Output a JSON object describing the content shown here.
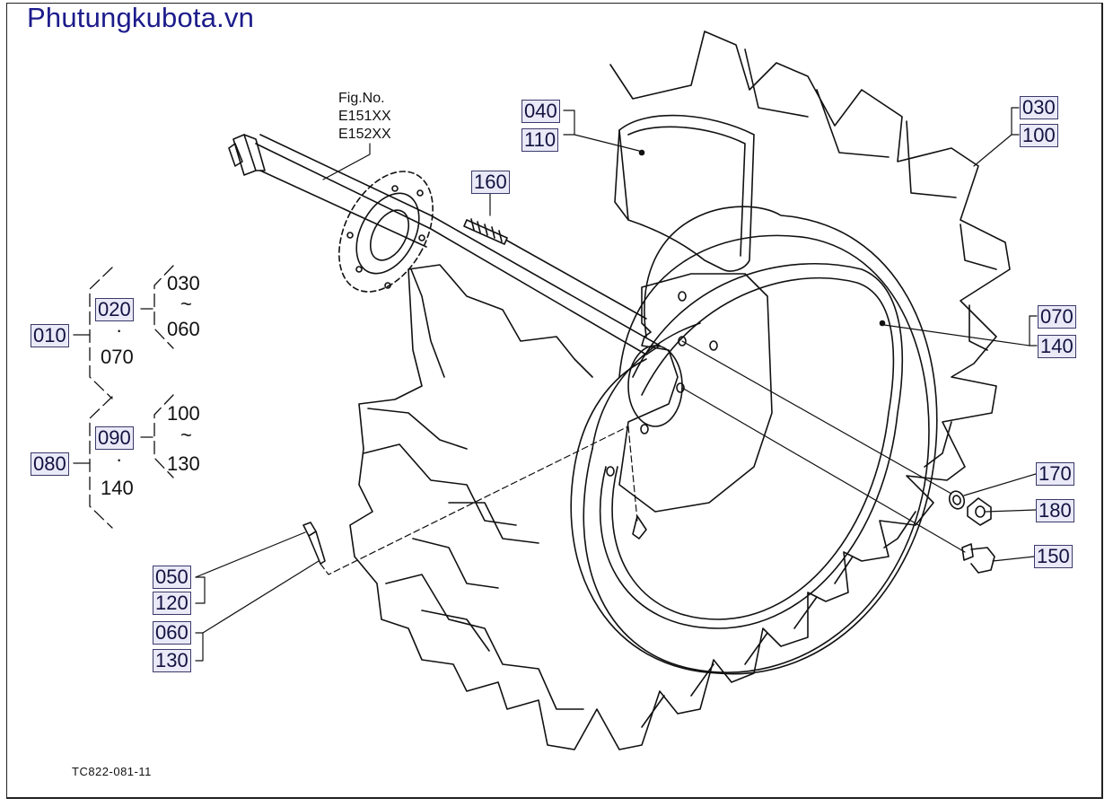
{
  "watermark": "Phutungkubota.vn",
  "fig_no": {
    "title": "Fig.No.",
    "lines": [
      "E151XX",
      "E152XX"
    ]
  },
  "drawing_number": "TC822-081-11",
  "labels": {
    "p040": "040",
    "p110": "110",
    "p030": "030",
    "p100": "100",
    "p160": "160",
    "p070": "070",
    "p140": "140",
    "p170": "170",
    "p180": "180",
    "p150": "150",
    "p050": "050",
    "p120": "120",
    "p060": "060",
    "p130": "130"
  },
  "tree": {
    "g1": {
      "root": "010",
      "mid": "020",
      "dot": "·",
      "low": "070",
      "r_top": "030",
      "tilde": "~",
      "r_bot": "060"
    },
    "g2": {
      "root": "080",
      "mid": "090",
      "dot": "·",
      "low": "140",
      "r_top": "100",
      "tilde": "~",
      "r_bot": "130"
    }
  }
}
